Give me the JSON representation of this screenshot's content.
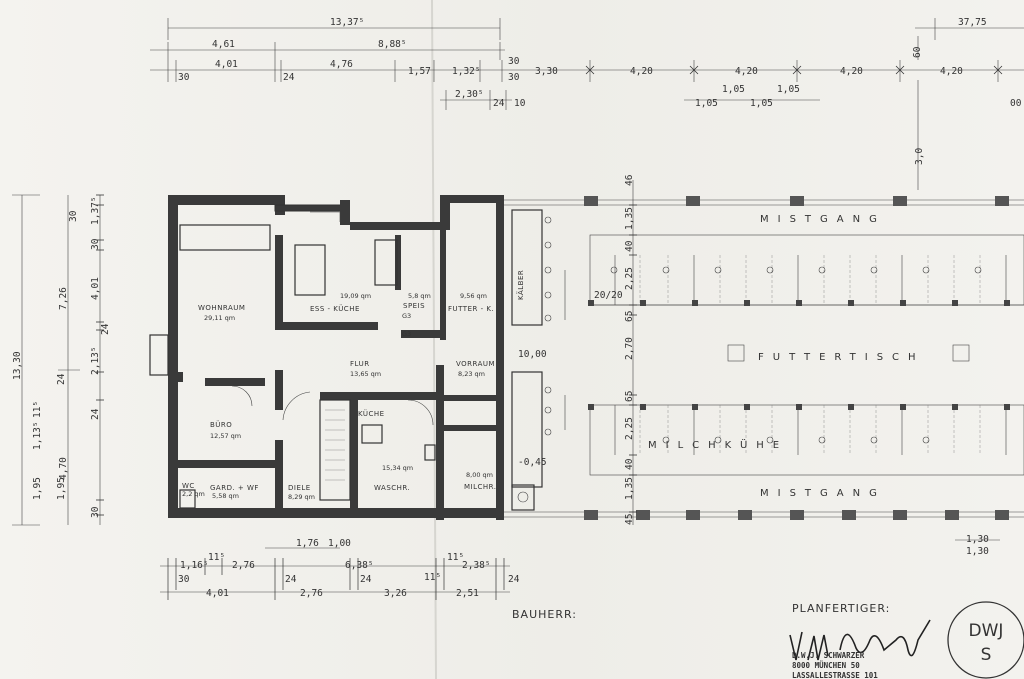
{
  "dimensions": {
    "top_row1": [
      "13,37⁵",
      "37,75"
    ],
    "top_row2": [
      "4,61",
      "8,88⁵",
      "60"
    ],
    "top_row3": [
      "30",
      "4,01",
      "24",
      "4,76",
      "1,57",
      "1,32⁵",
      "30",
      "3,30",
      "4,20",
      "4,20",
      "4,20",
      "4,20",
      "30"
    ],
    "top_row4": [
      "2,30⁵",
      "24",
      "10",
      "1,05",
      "1,05",
      "1,05",
      "1,05",
      "00"
    ],
    "top_vertical": "3,0",
    "left_outer": "13,30",
    "left_mid": [
      "7,26",
      "4,70"
    ],
    "left_inner": [
      "30",
      "1,37⁵",
      "30",
      "4,01",
      "24",
      "2,13⁵",
      "24",
      "1,95",
      "1,13⁵",
      "11⁵",
      "24",
      "1,95",
      "30"
    ],
    "bottom_row1": [
      "1,76",
      "1,00"
    ],
    "bottom_row2": [
      "1,16⁵",
      "11⁵",
      "2,76",
      "6,38⁵",
      "11⁵",
      "2,38⁵"
    ],
    "bottom_row3": [
      "30",
      "24",
      "24",
      "11⁵",
      "24"
    ],
    "bottom_row4": [
      "4,01",
      "2,76",
      "3,26",
      "2,51"
    ],
    "barn_vertical": [
      "1,35",
      "40",
      "2,25",
      "65",
      "2,70",
      "65",
      "2,25",
      "40",
      "1,35",
      "45",
      "46"
    ],
    "right_bottom": [
      "1,30",
      "1,30"
    ],
    "misc": [
      "10,00",
      "-0,45",
      "20/20",
      "G3",
      "G3"
    ]
  },
  "rooms": [
    {
      "name": "WOHNRAUM",
      "area": "29,11 qm"
    },
    {
      "name": "ESS - KÜCHE",
      "area": "19,09 qm"
    },
    {
      "name": "SPEIS",
      "area": "5,8 qm"
    },
    {
      "name": "FUTTER - K.",
      "area": "9,56 qm"
    },
    {
      "name": "FLUR",
      "area": "13,65 qm"
    },
    {
      "name": "VORRAUM",
      "area": "8,23 qm"
    },
    {
      "name": "BÜRO",
      "area": "12,57 qm"
    },
    {
      "name": "WASCHR.",
      "area": "15,34 qm"
    },
    {
      "name": "KÜCHE",
      "area": ""
    },
    {
      "name": "MILCHR.",
      "area": "8,00 qm"
    },
    {
      "name": "GARD. + WF",
      "area": "5,58 qm"
    },
    {
      "name": "DIELE",
      "area": "8,29 qm"
    },
    {
      "name": "WC",
      "area": "2,2 qm"
    }
  ],
  "barn_labels": {
    "kaelber": "KÄLBER",
    "mistgang_top": "MISTGANG",
    "futtertisch": "FUTTERTISCH",
    "milchkuehe": "MILCHKÜHE",
    "mistgang_bottom": "MISTGANG"
  },
  "footer": {
    "bauherr": "BAUHERR:",
    "planfertiger": "PLANFERTIGER:",
    "office_name": "D.W.J. SCHWARZER",
    "office_city": "8000 MÜNCHEN 50",
    "office_street": "LASSALLESTRASSE 101"
  },
  "stamp": {
    "line1": "DWJ",
    "line2": "S"
  }
}
